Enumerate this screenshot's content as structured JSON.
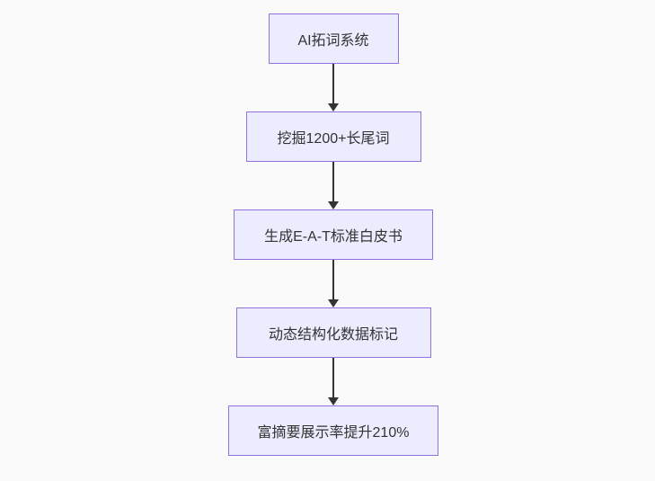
{
  "page": {
    "background": "#fafafa"
  },
  "flowchart": {
    "type": "flowchart",
    "direction": "top-down",
    "nodes": [
      {
        "label": "AI拓词系统"
      },
      {
        "label": "挖掘1200+长尾词"
      },
      {
        "label": "生成E-A-T标准白皮书"
      },
      {
        "label": "动态结构化数据标记"
      },
      {
        "label": "富摘要展示率提升210%"
      }
    ],
    "edges": [
      {
        "from": "AI拓词系统",
        "to": "挖掘1200+长尾词"
      },
      {
        "from": "挖掘1200+长尾词",
        "to": "生成E-A-T标准白皮书"
      },
      {
        "from": "生成E-A-T标准白皮书",
        "to": "动态结构化数据标记"
      },
      {
        "from": "动态结构化数据标记",
        "to": "富摘要展示率提升210%"
      }
    ],
    "colors": {
      "node_fill": "#ececff",
      "node_border": "#9370db",
      "node_text": "#333333",
      "arrow": "#333333",
      "background": "#fafafa"
    }
  }
}
